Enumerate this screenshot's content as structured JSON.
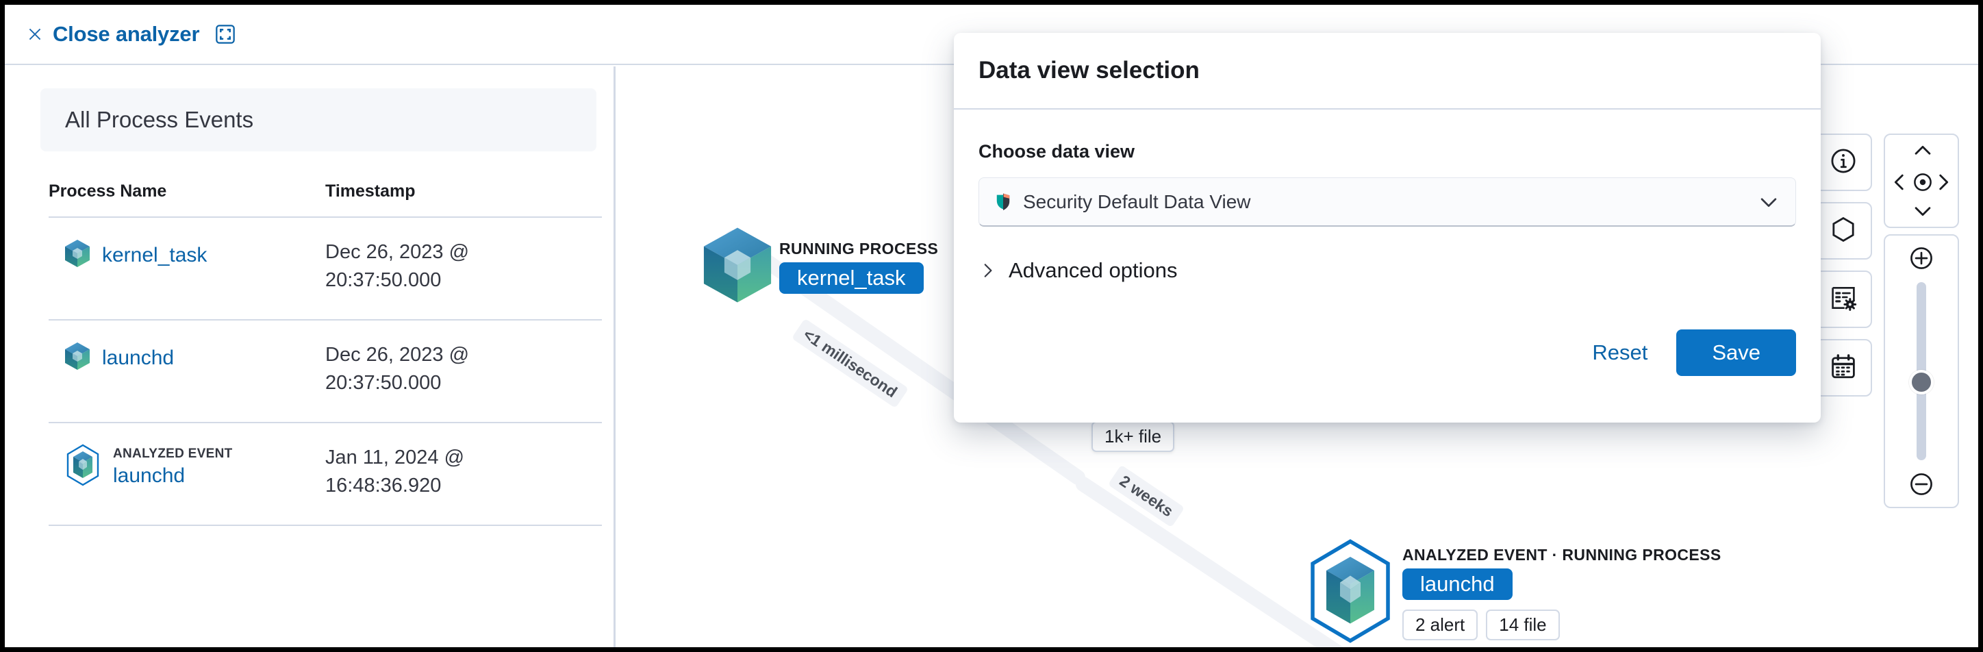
{
  "header": {
    "close_label": "Close analyzer",
    "close_icon": "close-x-icon",
    "fullscreen_icon": "fullscreen-icon"
  },
  "left_panel": {
    "title": "All Process Events",
    "table": {
      "columns": [
        "Process Name",
        "Timestamp"
      ],
      "rows": [
        {
          "tag": "",
          "process": "kernel_task",
          "timestamp": "Dec 26, 2023 @\n20:37:50.000",
          "analyzed": false
        },
        {
          "tag": "",
          "process": "launchd",
          "timestamp": "Dec 26, 2023 @\n20:37:50.000",
          "analyzed": false
        },
        {
          "tag": "ANALYZED EVENT",
          "process": "launchd",
          "timestamp": "Jan 11, 2024 @\n16:48:36.920",
          "analyzed": true
        }
      ]
    }
  },
  "graph": {
    "nodes": [
      {
        "kind": "RUNNING PROCESS",
        "name": "kernel_task",
        "analyzed": false,
        "badges": []
      },
      {
        "kind": "ANALYZED EVENT · RUNNING PROCESS",
        "name": "launchd",
        "analyzed": true,
        "badges": [
          "2 alert",
          "14 file"
        ]
      }
    ],
    "edge_labels": [
      "<1 millisecond",
      "2 weeks"
    ],
    "floating_badges": [
      "1k+ file"
    ]
  },
  "toolbar": {
    "buttons": [
      {
        "icon": "info-icon",
        "name": "node-legend-info-button"
      },
      {
        "icon": "hexagon-icon",
        "name": "node-shape-legend-button"
      },
      {
        "icon": "list-settings-icon",
        "name": "schema-settings-button"
      },
      {
        "icon": "calendar-icon",
        "name": "date-picker-button"
      }
    ],
    "nav": {
      "up_icon": "chevron-up-icon",
      "down_icon": "chevron-down-icon",
      "left_icon": "chevron-left-icon",
      "right_icon": "chevron-right-icon",
      "center_icon": "center-target-icon"
    },
    "zoom": {
      "in_icon": "plus-circle-icon",
      "out_icon": "minus-circle-icon",
      "slider_name": "zoom-slider"
    }
  },
  "modal": {
    "title": "Data view selection",
    "choose_label": "Choose data view",
    "selected_data_view": "Security Default Data View",
    "data_view_icon": "elastic-security-shield-icon",
    "chevron_icon": "chevron-down-icon",
    "advanced_label": "Advanced options",
    "advanced_chevron_icon": "chevron-right-icon",
    "reset_label": "Reset",
    "save_label": "Save"
  },
  "colors": {
    "accent_blue": "#0b73c4",
    "link_blue": "#0b63a8",
    "border": "#d3dae6",
    "text": "#1a1c21",
    "muted_bg": "#f5f7fa"
  }
}
